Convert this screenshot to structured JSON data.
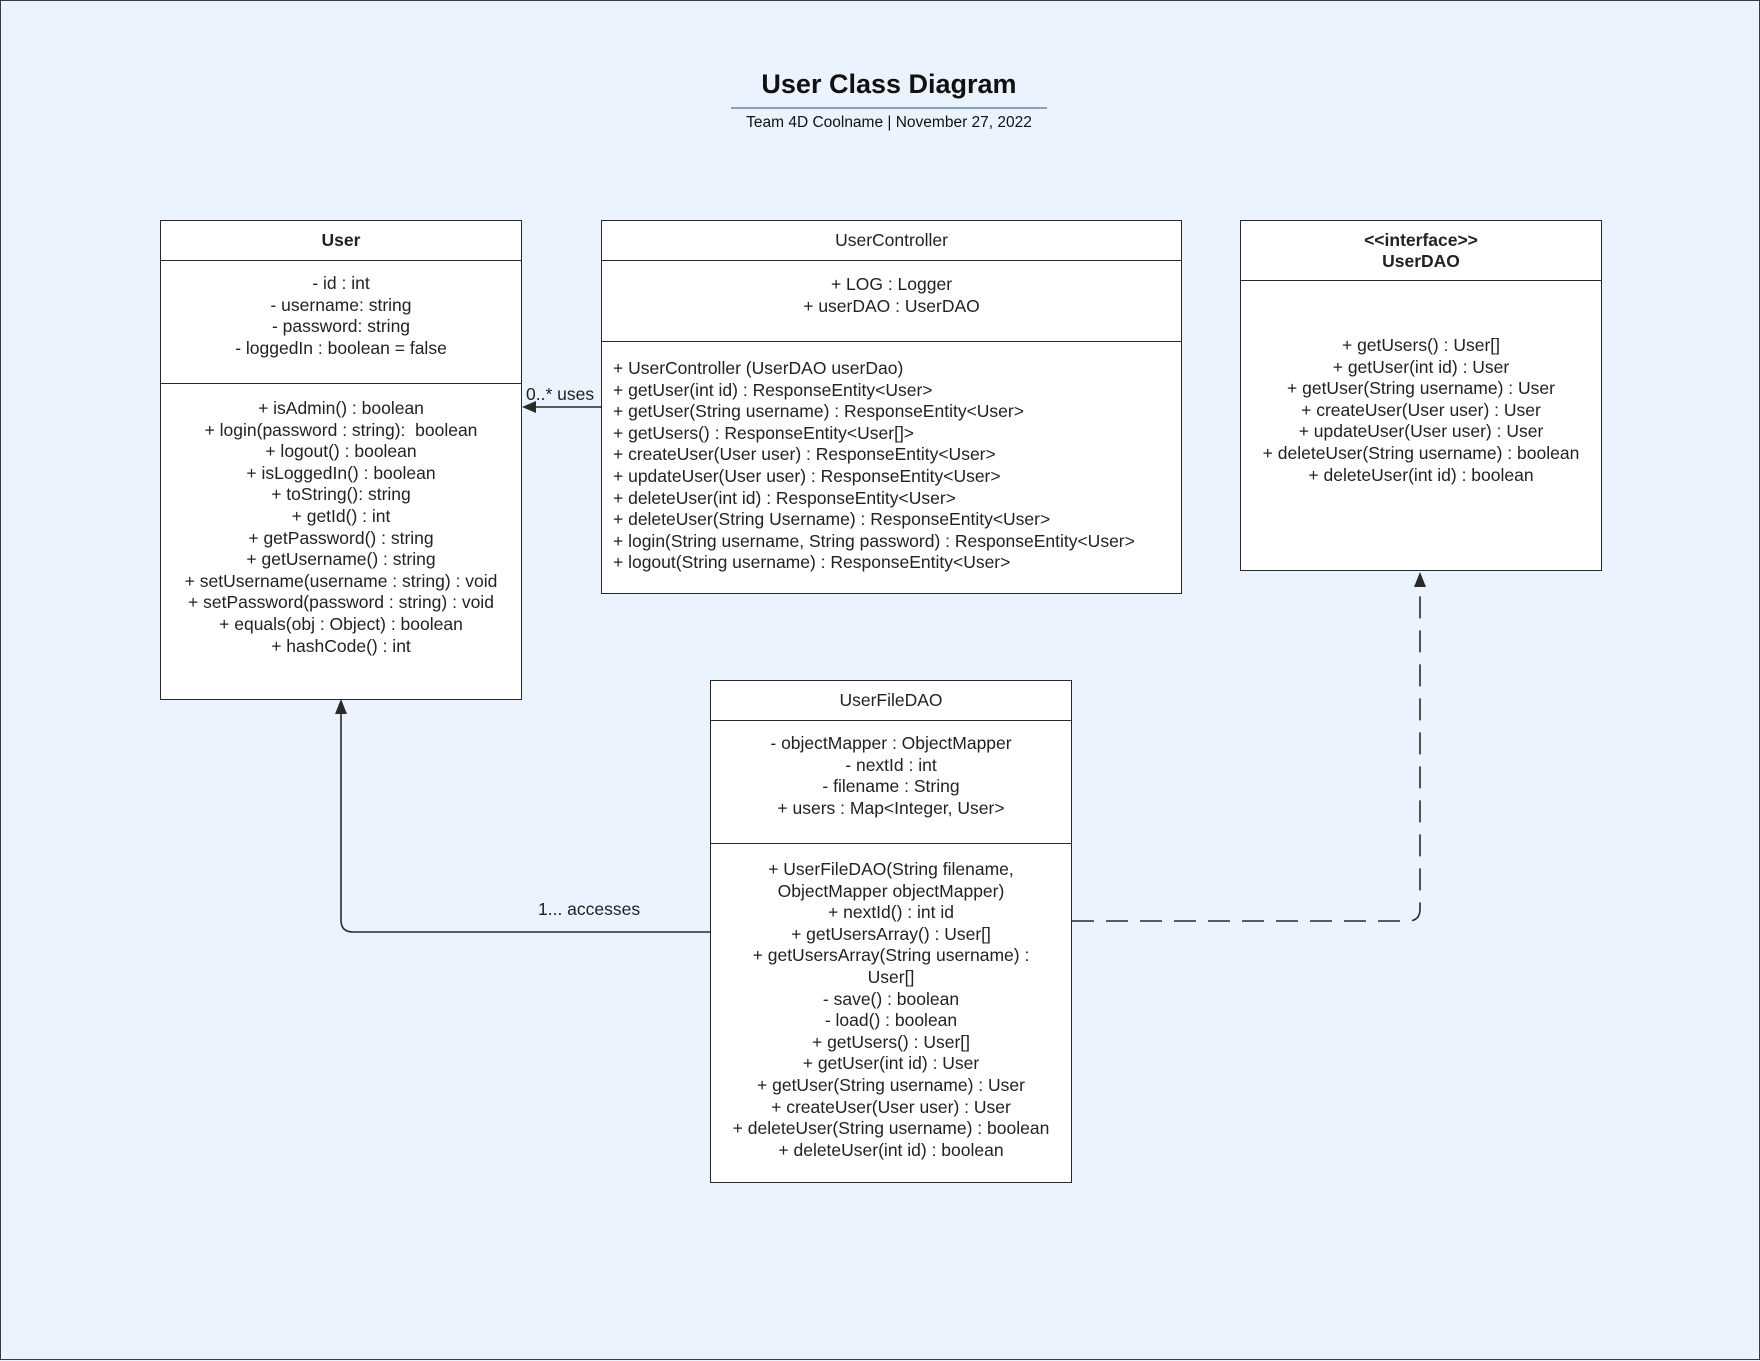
{
  "title": "User Class Diagram",
  "subtitle": "Team 4D Coolname |  November 27, 2022",
  "classes": {
    "user": {
      "name": "User",
      "attributes": [
        "- id : int",
        "- username: string",
        "- password: string",
        "- loggedIn : boolean = false"
      ],
      "methods": [
        "+ isAdmin() : boolean",
        "+ login(password : string):  boolean",
        "+ logout() : boolean",
        "+ isLoggedIn() : boolean",
        "+ toString(): string",
        "+ getId() : int",
        "+ getPassword() : string",
        "+ getUsername() : string",
        "+ setUsername(username : string) : void",
        "+ setPassword(password : string) : void",
        "+ equals(obj : Object) : boolean",
        "+ hashCode() : int"
      ]
    },
    "controller": {
      "name": "UserController",
      "attributes": [
        "+ LOG : Logger",
        "+ userDAO : UserDAO"
      ],
      "methods": [
        "+ UserController (UserDAO userDao)",
        "+ getUser(int id) : ResponseEntity<User>",
        "+ getUser(String username) : ResponseEntity<User>",
        "+ getUsers() : ResponseEntity<User[]>",
        "+ createUser(User user) : ResponseEntity<User>",
        "+ updateUser(User user) : ResponseEntity<User>",
        "+ deleteUser(int id) : ResponseEntity<User>",
        "+ deleteUser(String Username) : ResponseEntity<User>",
        "+ login(String username, String password) : ResponseEntity<User>",
        "+ logout(String username) : ResponseEntity<User>"
      ]
    },
    "dao": {
      "stereotype": "<<interface>>",
      "name": "UserDAO",
      "methods": [
        "+ getUsers() : User[]",
        "+ getUser(int id) : User",
        "+ getUser(String username) : User",
        "+ createUser(User user) : User",
        "+ updateUser(User user) : User",
        "+ deleteUser(String username) : boolean",
        "+ deleteUser(int id) : boolean"
      ]
    },
    "filedao": {
      "name": "UserFileDAO",
      "attributes": [
        "- objectMapper : ObjectMapper",
        "- nextId : int",
        "- filename : String",
        "+ users : Map<Integer, User>"
      ],
      "methods": [
        "+ UserFileDAO(String filename,",
        "ObjectMapper objectMapper)",
        "+ nextId() : int id",
        "+ getUsersArray() : User[]",
        "+ getUsersArray(String username) :",
        "User[]",
        "- save() : boolean",
        "- load() : boolean",
        "+ getUsers() : User[]",
        "+ getUser(int id) : User",
        "+ getUser(String username) : User",
        "+ createUser(User user) : User",
        "+ deleteUser(String username) : boolean",
        "+ deleteUser(int id) : boolean"
      ]
    }
  },
  "connectors": {
    "uses": "0..* uses",
    "accesses": "1... accesses"
  },
  "colors": {
    "background": "#ebf3fe",
    "stroke": "#2a2a2a"
  }
}
